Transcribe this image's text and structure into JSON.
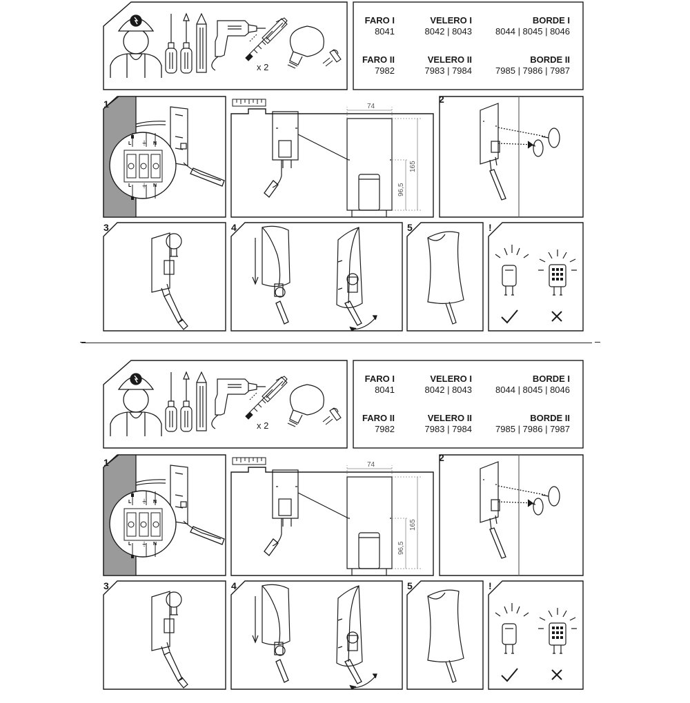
{
  "models": [
    {
      "name": "FARO I",
      "codes": "8041"
    },
    {
      "name": "VELERO I",
      "codes": "8042 | 8043"
    },
    {
      "name": "BORDE I",
      "codes": "8044 | 8045 | 8046"
    },
    {
      "name": "FARO II",
      "codes": "7982"
    },
    {
      "name": "VELERO II",
      "codes": "7983 | 7984"
    },
    {
      "name": "BORDE II",
      "codes": "7985 | 7986 | 7987"
    }
  ],
  "tools": {
    "screw_quantity": "x 2"
  },
  "steps": [
    "1",
    "2",
    "3",
    "4",
    "5",
    "!"
  ],
  "terminal_labels": {
    "line": "L",
    "earth": "⏚",
    "neutral": "N"
  },
  "dimensions": {
    "width": "74",
    "height": "165",
    "socket_height": "96,5"
  },
  "bulb_check": {
    "ok_icon": "checkmark-icon",
    "bad_icon": "cross-icon"
  },
  "colors": {
    "line": "#1a1a1a",
    "wall": "#9a9a9a",
    "background": "#ffffff"
  }
}
